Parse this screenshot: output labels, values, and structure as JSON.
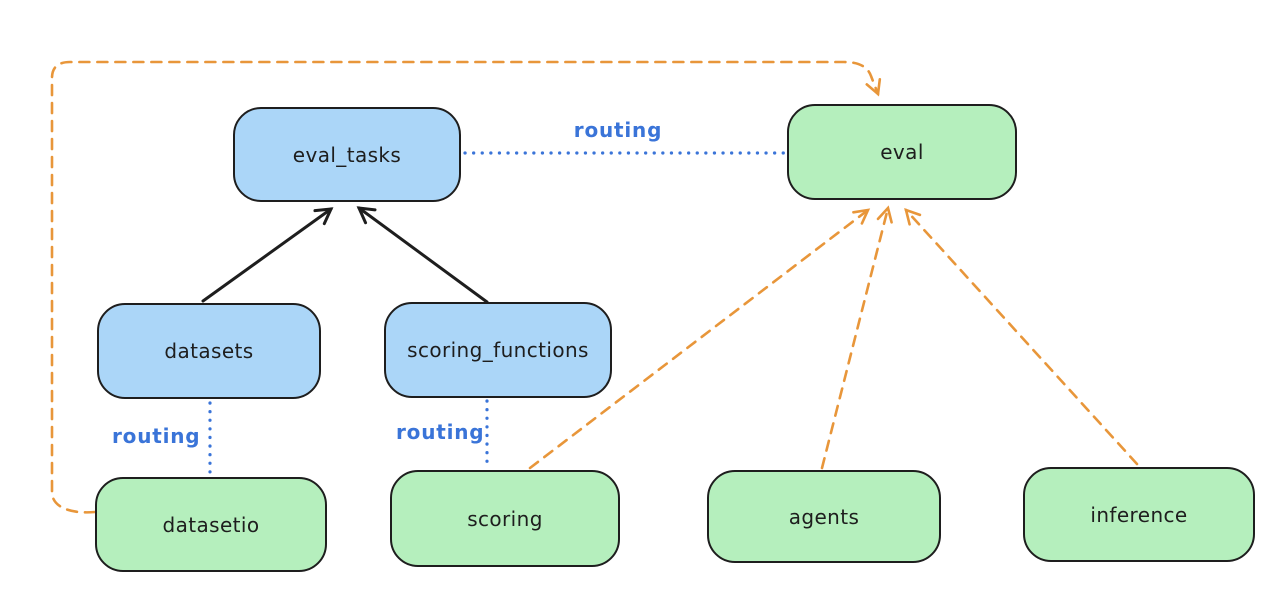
{
  "diagram": {
    "nodes": {
      "eval_tasks": {
        "label": "eval_tasks",
        "fill": "#abd6f8"
      },
      "eval": {
        "label": "eval",
        "fill": "#b5efbd"
      },
      "datasets": {
        "label": "datasets",
        "fill": "#abd6f8"
      },
      "scoring_functions": {
        "label": "scoring_functions",
        "fill": "#abd6f8"
      },
      "datasetio": {
        "label": "datasetio",
        "fill": "#b5efbd"
      },
      "scoring": {
        "label": "scoring",
        "fill": "#b5efbd"
      },
      "agents": {
        "label": "agents",
        "fill": "#b5efbd"
      },
      "inference": {
        "label": "inference",
        "fill": "#b5efbd"
      }
    },
    "edge_labels": {
      "routing_eval_tasks_eval": "routing",
      "routing_datasets_datasetio": "routing",
      "routing_scoring_functions_scoring": "routing"
    },
    "edges": [
      {
        "from": "datasets",
        "to": "eval_tasks",
        "style": "solid-arrow",
        "color": "#1e1e1e"
      },
      {
        "from": "scoring_functions",
        "to": "eval_tasks",
        "style": "solid-arrow",
        "color": "#1e1e1e"
      },
      {
        "from": "eval_tasks",
        "to": "eval",
        "style": "dotted-line",
        "color": "#3a74d8",
        "label": "routing"
      },
      {
        "from": "datasets",
        "to": "datasetio",
        "style": "dotted-line",
        "color": "#3a74d8",
        "label": "routing"
      },
      {
        "from": "scoring_functions",
        "to": "scoring",
        "style": "dotted-line",
        "color": "#3a74d8",
        "label": "routing"
      },
      {
        "from": "datasetio",
        "to": "eval",
        "style": "dashed-arrow",
        "color": "#e8963a"
      },
      {
        "from": "scoring",
        "to": "eval",
        "style": "dashed-arrow",
        "color": "#e8963a"
      },
      {
        "from": "agents",
        "to": "eval",
        "style": "dashed-arrow",
        "color": "#e8963a"
      },
      {
        "from": "inference",
        "to": "eval",
        "style": "dashed-arrow",
        "color": "#e8963a"
      }
    ],
    "colors": {
      "node_blue_fill": "#abd6f8",
      "node_green_fill": "#b5efbd",
      "node_border": "#1e1e1e",
      "solid_arrow": "#1e1e1e",
      "dashed_arrow_orange": "#e8963a",
      "routing_blue": "#3a74d8",
      "background": "#ffffff"
    }
  }
}
